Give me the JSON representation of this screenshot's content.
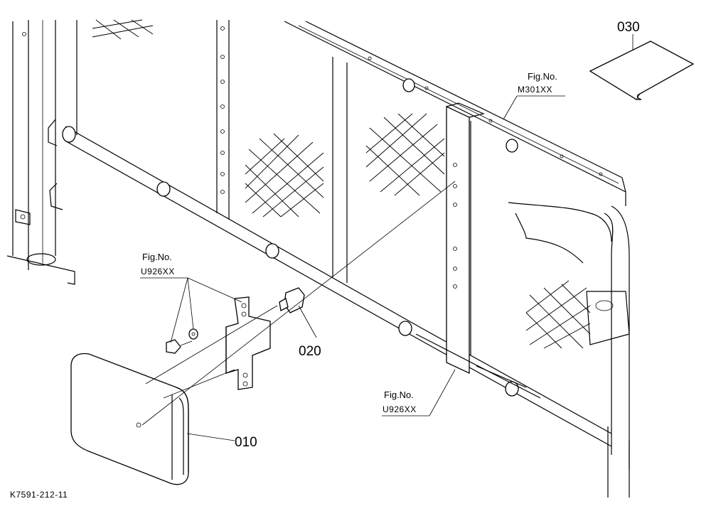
{
  "callouts": {
    "part_010": "010",
    "part_020": "020",
    "part_030": "030",
    "ref_top_label": "Fig.No.",
    "ref_top_code": "M301XX",
    "ref_left_label": "Fig.No.",
    "ref_left_code": "U926XX",
    "ref_right_label": "Fig.No.",
    "ref_right_code": "U926XX"
  },
  "footer": {
    "drawing_code": "K7591-212-11"
  },
  "icons": [
    "light-housing-icon",
    "bracket-icon",
    "bolt-icon",
    "washer-icon",
    "sheet-icon",
    "guard-frame-icon"
  ]
}
